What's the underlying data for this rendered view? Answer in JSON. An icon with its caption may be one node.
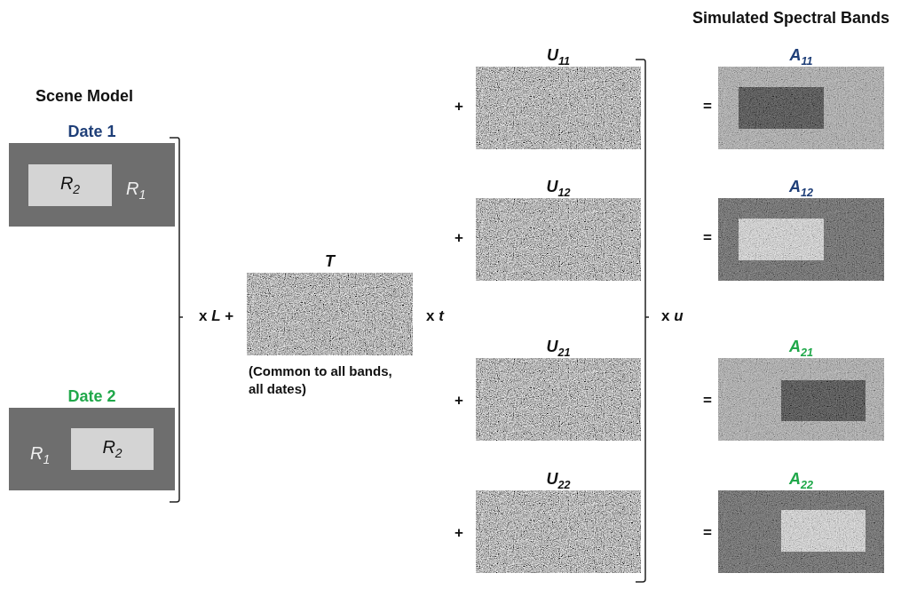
{
  "diagram": {
    "nodes": [
      {
        "text": [
          "Date 1",
          "R$_{1}$"
        ]
      },
      {
        "text": [
          "R$_{2}$"
        ],
        "in": 0
      },
      {
        "text": [
          "Date 2",
          "R$_{1}$"
        ]
      },
      {
        "text": [
          "R$_{2}$"
        ],
        "in": 2
      },
      {
        "text": [
          "T"
        ],
        "beside": [
          "(Common to all bands, all dates)"
        ]
      },
      {
        "text": [
          "U$_{11}$"
        ]
      },
      {
        "text": [
          "U$_{12}$"
        ]
      },
      {
        "text": [
          "U$_{21}$"
        ]
      },
      {
        "text": [
          "U$_{22}$"
        ]
      },
      {
        "text": [
          "A$_{11}$"
        ]
      },
      {
        "text": [
          "A$_{12}$"
        ]
      },
      {
        "text": [
          "A$_{21}$"
        ]
      },
      {
        "text": [
          "A$_{22}$"
        ]
      }
    ],
    "labels": [
      "Simulated Spectral Bands",
      "Scene Model",
      "+",
      "=",
      "+",
      "=",
      "x  *L* +",
      "x *t*",
      "x *u*",
      "+",
      "=",
      "+",
      "="
    ]
  }
}
